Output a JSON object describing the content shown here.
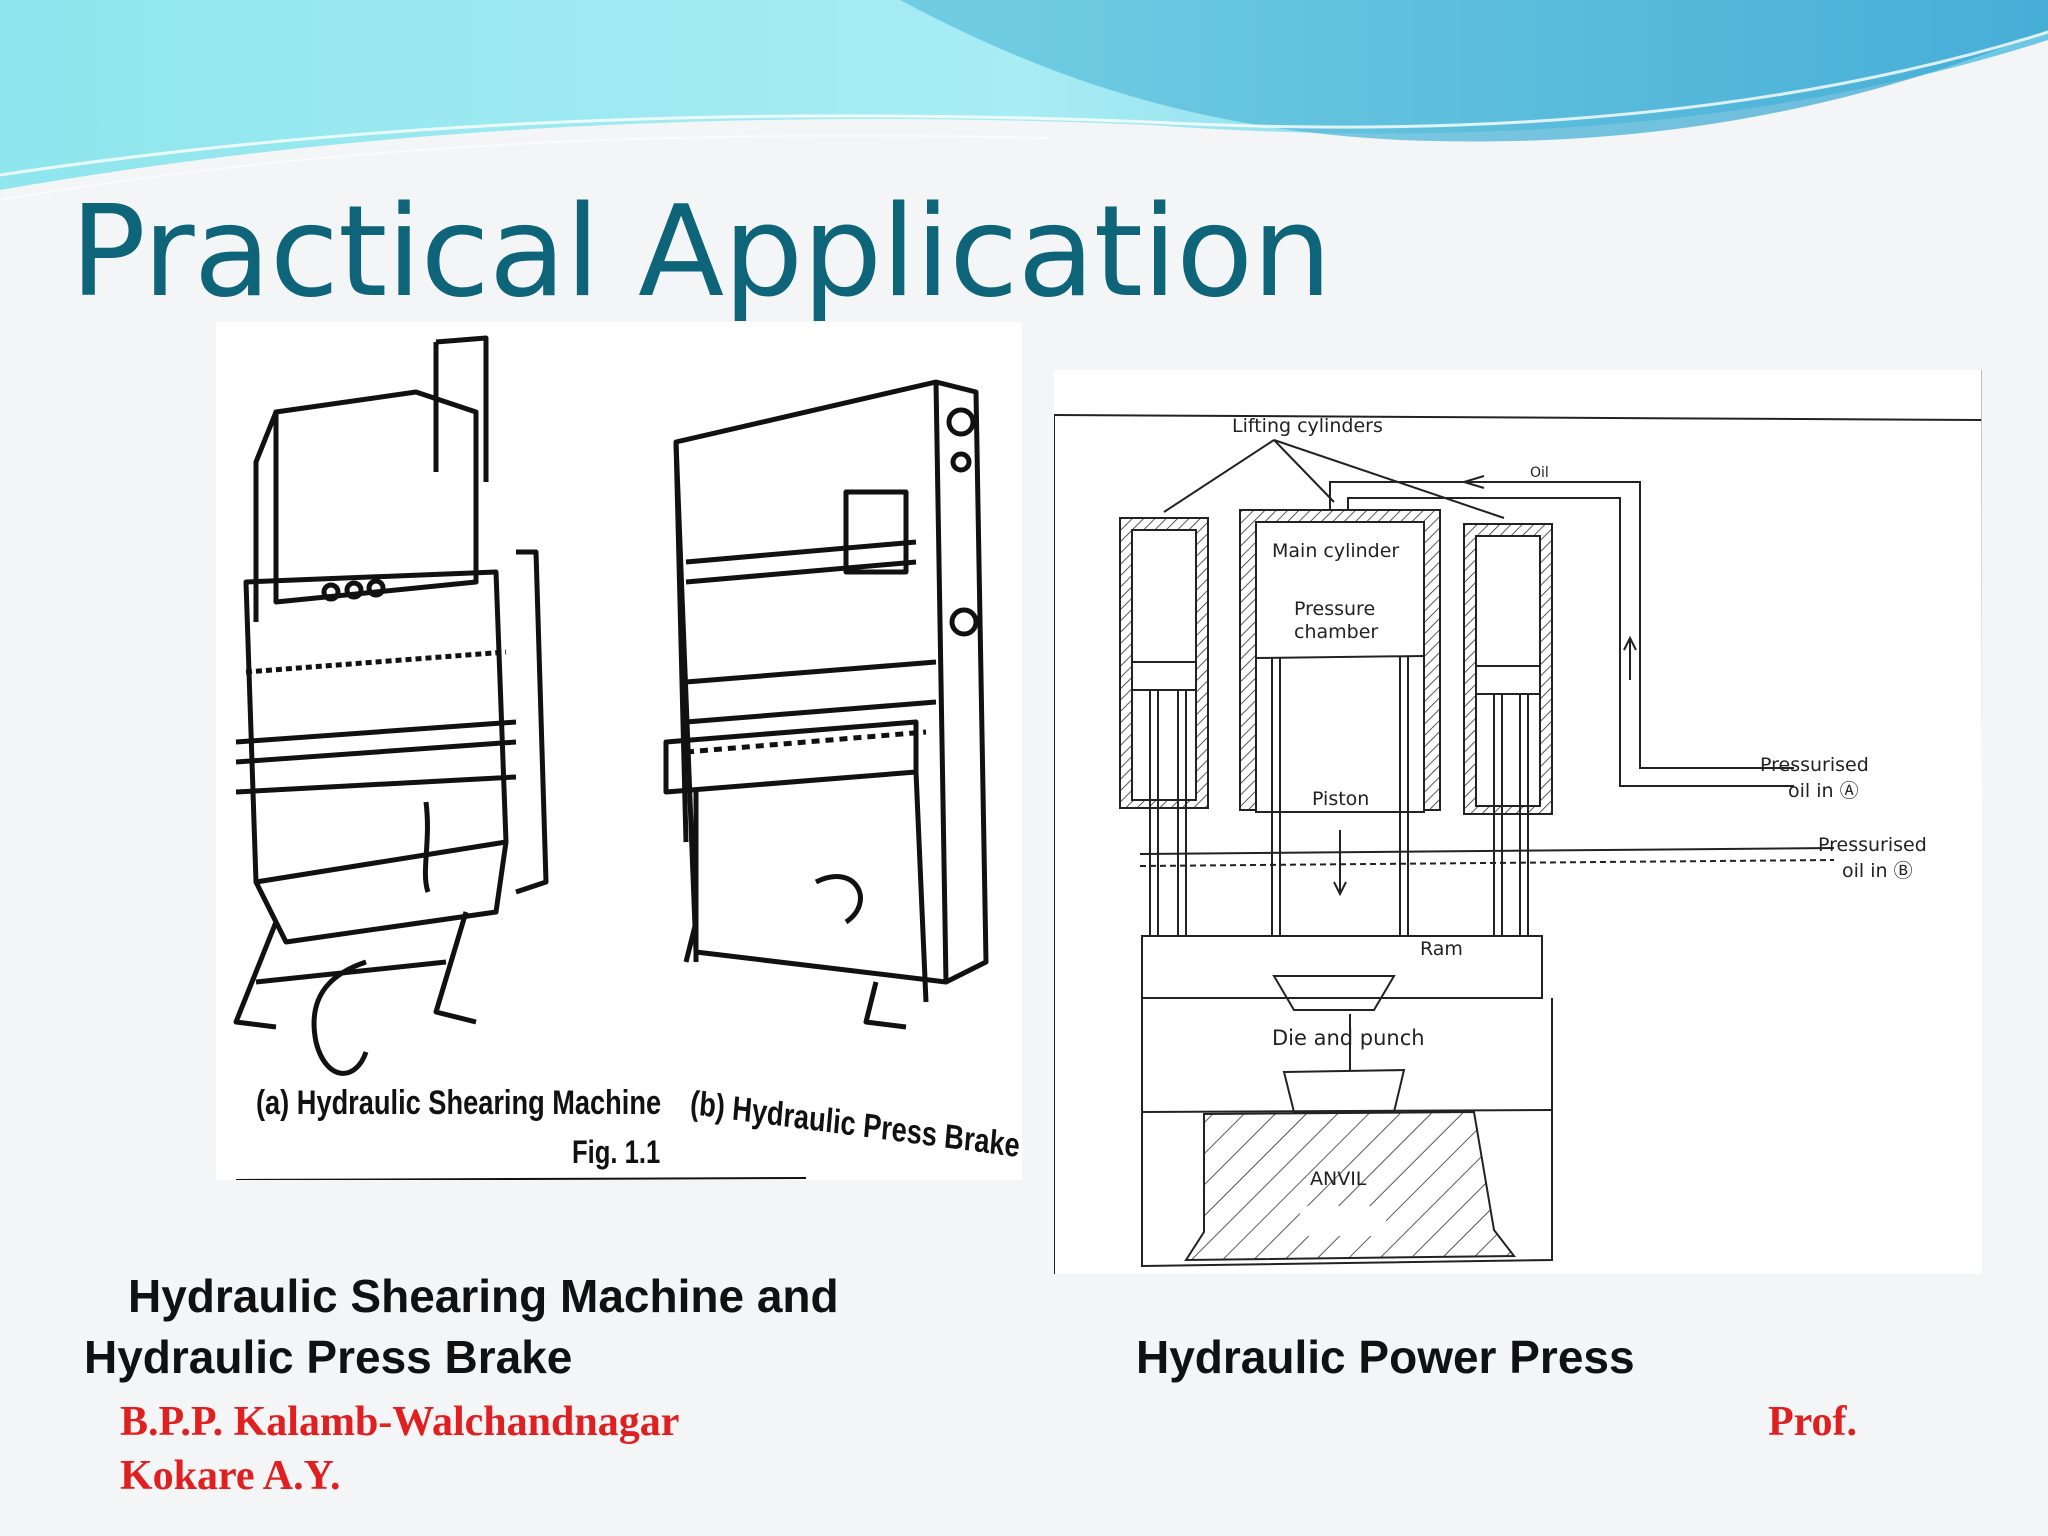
{
  "slide": {
    "title": "Practical Application",
    "left_figure": {
      "label_a": "(a) Hydraulic Shearing Machine",
      "label_b": "(b) Hydraulic Press Brake",
      "fig_number": "Fig. 1.1"
    },
    "right_figure": {
      "lifting_cylinders": "Lifting cylinders",
      "oil": "Oil",
      "main_cylinder": "Main cylinder",
      "pressure_chamber_1": "Pressure",
      "pressure_chamber_2": "chamber",
      "piston": "Piston",
      "pressurised_a_1": "Pressurised",
      "pressurised_a_2": "oil in Ⓐ",
      "pressurised_b_1": "Pressurised",
      "pressurised_b_2": "oil in Ⓑ",
      "ram": "Ram",
      "die_and_punch": "Die and punch",
      "anvil": "ANVIL"
    },
    "caption_left_line1": "Hydraulic Shearing Machine and",
    "caption_left_line2": "Hydraulic Press Brake",
    "caption_right": "Hydraulic Power Press",
    "footer_left_line1": "B.P.P. Kalamb-Walchandnagar",
    "footer_left_line2": "Kokare A.Y.",
    "footer_right": "Prof.",
    "colors": {
      "title": "#0e6478",
      "footer": "#e02020",
      "wave_light": "#9fe3f0",
      "wave_dark": "#4fb6d8"
    }
  }
}
